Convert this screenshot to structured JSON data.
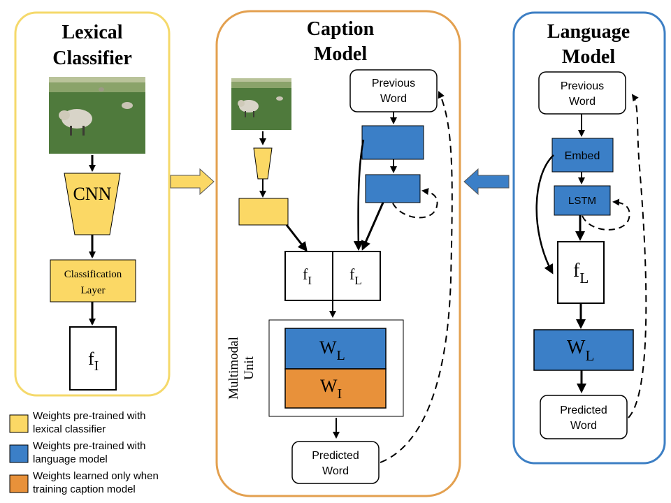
{
  "panels": {
    "lexical": {
      "title_line1": "Lexical",
      "title_line2": "Classifier",
      "cnn_label": "CNN",
      "classification_line1": "Classification",
      "classification_line2": "Layer",
      "f_label": "f",
      "f_sub": "I"
    },
    "caption": {
      "title_line1": "Caption",
      "title_line2": "Model",
      "prev_word_line1": "Previous",
      "prev_word_line2": "Word",
      "fi_label": "f",
      "fi_sub": "I",
      "fl_label": "f",
      "fl_sub": "L",
      "multimodal_line1": "Multimodal",
      "multimodal_line2": "Unit",
      "wl_label": "W",
      "wl_sub": "L",
      "wi_label": "W",
      "wi_sub": "I",
      "pred_word_line1": "Predicted",
      "pred_word_line2": "Word"
    },
    "language": {
      "title_line1": "Language",
      "title_line2": "Model",
      "prev_word_line1": "Previous",
      "prev_word_line2": "Word",
      "embed_label": "Embed",
      "lstm_label": "LSTM",
      "fl_label": "f",
      "fl_sub": "L",
      "wl_label": "W",
      "wl_sub": "L",
      "pred_word_line1": "Predicted",
      "pred_word_line2": "Word"
    }
  },
  "legend": [
    {
      "color": "#fbd865",
      "line1": "Weights pre-trained with",
      "line2": "lexical classifier"
    },
    {
      "color": "#3b7fc7",
      "line1": "Weights pre-trained with",
      "line2": "language model"
    },
    {
      "color": "#e8913a",
      "line1": "Weights learned only when",
      "line2": "training caption model"
    }
  ],
  "colors": {
    "yellow": "#fbd865",
    "blue": "#3b7fc7",
    "orange": "#e8913a",
    "lexical_border": "#f5d96b",
    "caption_border": "#e3a04f",
    "language_border": "#3d7fc4"
  }
}
